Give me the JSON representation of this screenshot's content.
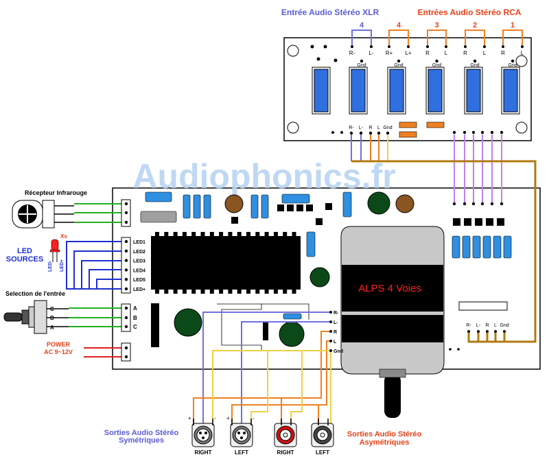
{
  "watermark": "Audiophonics.fr",
  "titles": {
    "xlr": "Entrée Audio Stéréo XLR",
    "rca": "Entrées Audio Stéréo RCA"
  },
  "input_numbers": [
    "4",
    "4",
    "3",
    "2",
    "1"
  ],
  "input_pins": [
    [
      "R-",
      "L-"
    ],
    [
      "R+",
      "L+"
    ],
    [
      "R",
      "L"
    ],
    [
      "R",
      "L"
    ],
    [
      "R",
      "L"
    ]
  ],
  "gnd_label": "Gnd",
  "board_out_pins": [
    "R-",
    "L-",
    "R",
    "L",
    "Gnd"
  ],
  "ir_receiver": "Récepteur Infrarouge",
  "led_sources": [
    "LED",
    "SOURCES"
  ],
  "xs_label": "Xs",
  "led_pin_labels": [
    "LED-",
    "LED+"
  ],
  "led_pins": [
    "LED1",
    "LED2",
    "LED3",
    "LED4",
    "LED5",
    "LED+"
  ],
  "input_select": "Selection de l'entrée",
  "abc_pins": [
    "A",
    "B",
    "C"
  ],
  "switch_letters": [
    "C",
    "B",
    "A"
  ],
  "power": [
    "POWER",
    "AC 9~12V"
  ],
  "alps": "ALPS 4 Voies",
  "output_pins": [
    "R-",
    "L-",
    "R",
    "L",
    "Gnd"
  ],
  "bottom_pins": [
    "R-",
    "L-",
    "R",
    "L",
    "Gnd"
  ],
  "sym_out": [
    "Sorties Audio Stéréo",
    "Symétriques"
  ],
  "asym_out": [
    "Sorties Audio Stéréo",
    "Asymétriques"
  ],
  "connector_labels": [
    "RIGHT",
    "LEFT",
    "RIGHT",
    "LEFT"
  ],
  "plus": "+",
  "minus": "-",
  "colors": {
    "blue_title": "#5b5bd6",
    "red_title": "#e8421a",
    "xlr_wire": "#7070e0",
    "rca_wire": "#f08020",
    "gnd_wire": "#f0d040",
    "purple_wire": "#c080f0",
    "green_wire": "#20b020",
    "led_wire": "#1e2ed0",
    "brown_wire": "#b07a10",
    "relay_blue": "#2f6fe0",
    "alps_text": "#ff2020"
  }
}
